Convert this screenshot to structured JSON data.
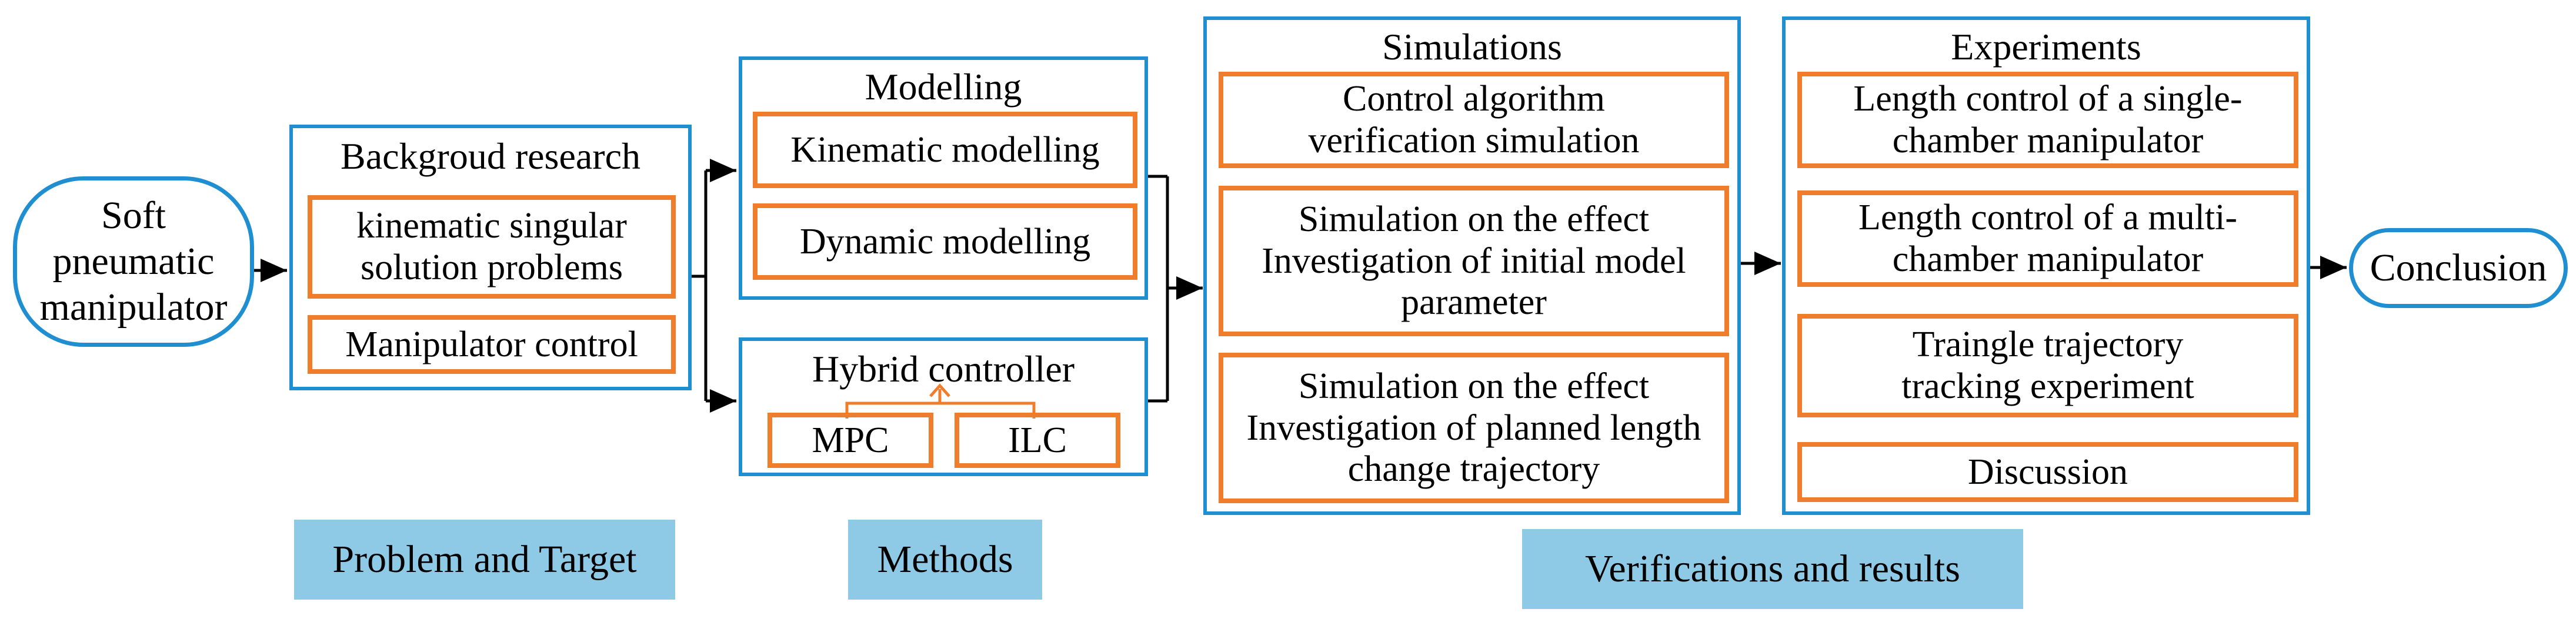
{
  "start": {
    "label": "Soft pneumatic manipulator"
  },
  "background": {
    "title": "Backgroud research",
    "items": [
      "kinematic singular solution problems",
      "Manipulator control"
    ]
  },
  "modelling": {
    "title": "Modelling",
    "items": [
      "Kinematic modelling",
      "Dynamic modelling"
    ]
  },
  "hybrid": {
    "title": "Hybrid controller",
    "items": [
      "MPC",
      "ILC"
    ]
  },
  "simulations": {
    "title": "Simulations",
    "items": [
      "Control algorithm verification simulation",
      "Simulation on the effect Investigation of initial model parameter",
      "Simulation on the effect Investigation of planned length change trajectory"
    ]
  },
  "experiments": {
    "title": "Experiments",
    "items": [
      "Length control of a single-chamber manipulator",
      "Length control of a multi-chamber manipulator",
      "Traingle trajectory tracking experiment",
      "Discussion"
    ]
  },
  "end": {
    "label": "Conclusion"
  },
  "stages": [
    "Problem and Target",
    "Methods",
    "Verifications and results"
  ],
  "colors": {
    "container_border": "#1f8fd1",
    "item_border": "#f07d2b",
    "stage_fill": "#8ecae6",
    "arrow": "#000000"
  }
}
